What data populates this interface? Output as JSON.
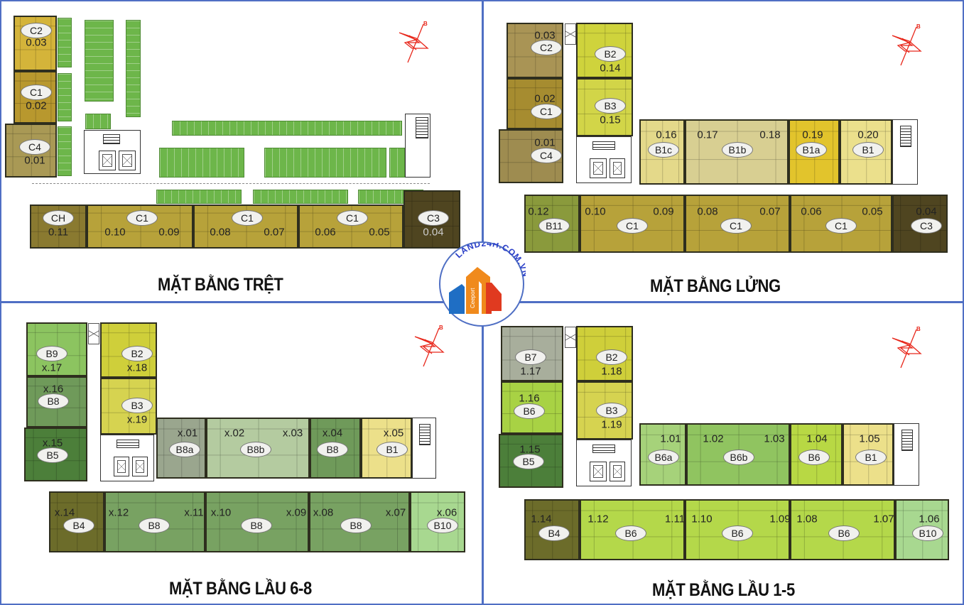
{
  "logo": {
    "brand": "LAND24H.COM.VN",
    "sub": "Ceeport",
    "colors": {
      "blue": "#1f6ec4",
      "orange": "#f08a1c",
      "red": "#e03a20",
      "ring": "#4f6fc4"
    }
  },
  "compass": {
    "label": "B",
    "color": "#e8281c"
  },
  "panels": {
    "ground": {
      "title": "MẶT BẰNG TRỆT",
      "left_wing": [
        {
          "type": "C2",
          "unit": "0.03",
          "color": "#d4b43a"
        },
        {
          "type": "C1",
          "unit": "0.02",
          "color": "#b8982e"
        },
        {
          "type": "C4",
          "unit": "0.01",
          "color": "#a99955"
        }
      ],
      "bottom_row": [
        {
          "type": "CH",
          "unit": "0.11",
          "color": "#8a7a30"
        },
        {
          "type": "C1",
          "units": [
            "0.10",
            "0.09"
          ],
          "color": "#b7a23a"
        },
        {
          "type": "C1",
          "units": [
            "0.08",
            "0.07"
          ],
          "color": "#b7a23a"
        },
        {
          "type": "C1",
          "units": [
            "0.06",
            "0.05"
          ],
          "color": "#b7a23a"
        },
        {
          "type": "C3",
          "unit": "0.04",
          "color": "#4f4520"
        }
      ],
      "parking_color": "#6db64a"
    },
    "mezzanine": {
      "title": "MẶT BẰNG LỬNG",
      "left_col": [
        {
          "type": "C2",
          "unit": "0.03",
          "color": "#a99455"
        },
        {
          "type": "C1",
          "unit": "0.02",
          "color": "#a68c30"
        },
        {
          "type": "C4",
          "unit": "0.01",
          "color": "#9e8c50"
        }
      ],
      "right_col": [
        {
          "type": "B2",
          "unit": "0.14",
          "color": "#cfd33c"
        },
        {
          "type": "B3",
          "unit": "0.15",
          "color": "#d2d548"
        }
      ],
      "middle_row": [
        {
          "type": "B1c",
          "unit": "0.16",
          "color": "#e4d98a"
        },
        {
          "type": "B1b",
          "units": [
            "0.17",
            "0.18"
          ],
          "color": "#d8cf92"
        },
        {
          "type": "B1a",
          "unit": "0.19",
          "color": "#e2c42c"
        },
        {
          "type": "B1",
          "unit": "0.20",
          "color": "#ebe08c"
        }
      ],
      "bottom_row": [
        {
          "type": "B11",
          "unit": "0.12",
          "color": "#8a9a3c"
        },
        {
          "type": "C1",
          "units": [
            "0.10",
            "0.09"
          ],
          "color": "#b7a23a"
        },
        {
          "type": "C1",
          "units": [
            "0.08",
            "0.07"
          ],
          "color": "#b7a23a"
        },
        {
          "type": "C1",
          "units": [
            "0.06",
            "0.05"
          ],
          "color": "#b7a23a"
        },
        {
          "type": "C3",
          "unit": "0.04",
          "color": "#4f4520"
        }
      ]
    },
    "floors_6_8": {
      "title": "MẶT BẰNG LẦU 6-8",
      "left_col": [
        {
          "type": "B9",
          "unit": "x.17",
          "color": "#8cc460"
        },
        {
          "type": "B8",
          "unit": "x.16",
          "color": "#6f9a5a"
        },
        {
          "type": "B5",
          "unit": "x.15",
          "color": "#4c7f3a"
        }
      ],
      "right_col": [
        {
          "type": "B2",
          "unit": "x.18",
          "color": "#cfcf3a"
        },
        {
          "type": "B3",
          "unit": "x.19",
          "color": "#d6d350"
        }
      ],
      "middle_row": [
        {
          "type": "B8a",
          "unit": "x.01",
          "color": "#9aa68e"
        },
        {
          "type": "B8b",
          "units": [
            "x.02",
            "x.03"
          ],
          "color": "#b4cba0"
        },
        {
          "type": "B8",
          "unit": "x.04",
          "color": "#6f9a5a"
        },
        {
          "type": "B1",
          "unit": "x.05",
          "color": "#ece08a"
        }
      ],
      "bottom_row": [
        {
          "type": "B4",
          "unit": "x.14",
          "color": "#6c6c2a"
        },
        {
          "type": "B8",
          "units": [
            "x.12",
            "x.11"
          ],
          "color": "#78a262"
        },
        {
          "type": "B8",
          "units": [
            "x.10",
            "x.09"
          ],
          "color": "#78a262"
        },
        {
          "type": "B8",
          "units": [
            "x.08",
            "x.07"
          ],
          "color": "#78a262"
        },
        {
          "type": "B10",
          "unit": "x.06",
          "color": "#a8d890"
        }
      ]
    },
    "floors_1_5": {
      "title": "MẶT BẰNG LẦU 1-5",
      "left_col": [
        {
          "type": "B7",
          "unit": "1.17",
          "color": "#a8ae9c"
        },
        {
          "type": "B6",
          "unit": "1.16",
          "color": "#a8d244"
        },
        {
          "type": "B5",
          "unit": "1.15",
          "color": "#4c7f3a"
        }
      ],
      "right_col": [
        {
          "type": "B2",
          "unit": "1.18",
          "color": "#cfcf3a"
        },
        {
          "type": "B3",
          "unit": "1.19",
          "color": "#d6d350"
        }
      ],
      "middle_row": [
        {
          "type": "B6a",
          "unit": "1.01",
          "color": "#a6d27a"
        },
        {
          "type": "B6b",
          "units": [
            "1.02",
            "1.03"
          ],
          "color": "#90c460"
        },
        {
          "type": "B6",
          "unit": "1.04",
          "color": "#b8d844"
        },
        {
          "type": "B1",
          "unit": "1.05",
          "color": "#ece08a"
        }
      ],
      "bottom_row": [
        {
          "type": "B4",
          "unit": "1.14",
          "color": "#6c6c2a"
        },
        {
          "type": "B6",
          "units": [
            "1.12",
            "1.11"
          ],
          "color": "#b4d84a"
        },
        {
          "type": "B6",
          "units": [
            "1.10",
            "1.09"
          ],
          "color": "#b4d84a"
        },
        {
          "type": "B6",
          "units": [
            "1.08",
            "1.07"
          ],
          "color": "#b4d84a"
        },
        {
          "type": "B10",
          "unit": "1.06",
          "color": "#a8d890"
        }
      ]
    }
  }
}
